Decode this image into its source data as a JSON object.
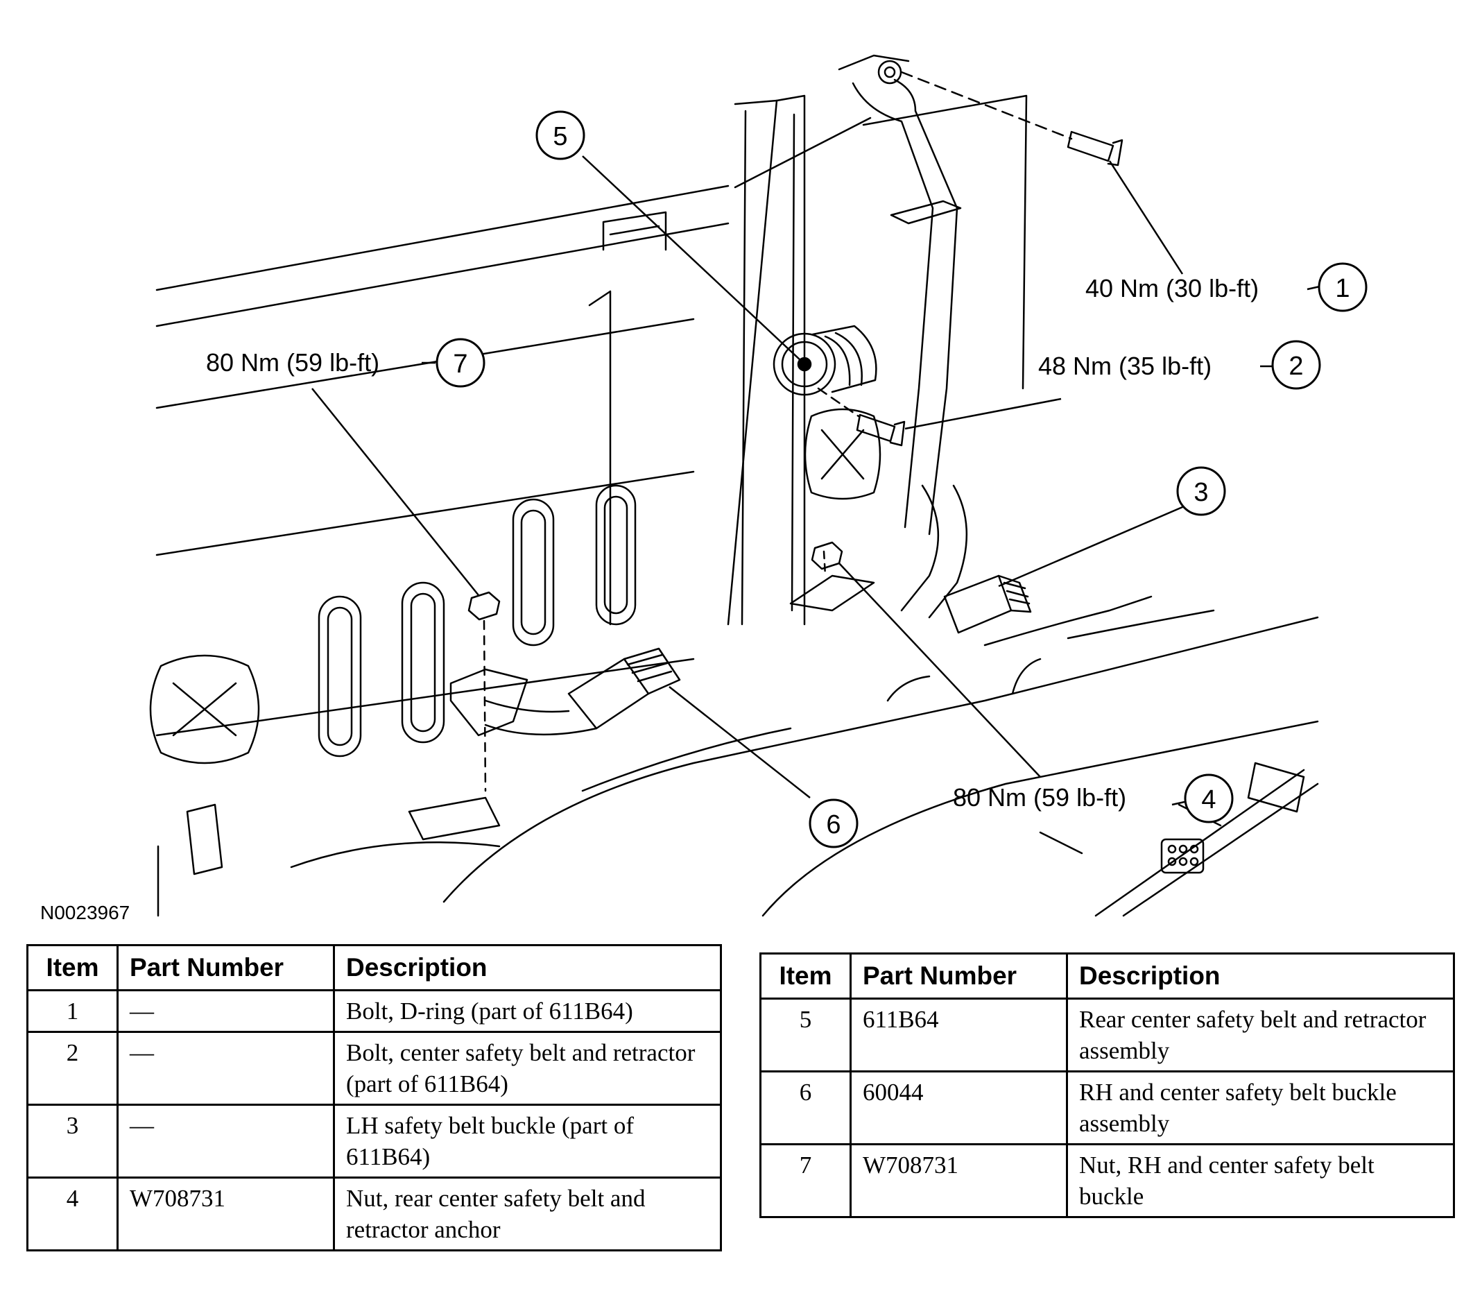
{
  "figure_id": "N0023967",
  "callouts": [
    {
      "num": "1",
      "torque": "40 Nm (30 lb-ft)"
    },
    {
      "num": "2",
      "torque": "48 Nm (35 lb-ft)"
    },
    {
      "num": "3",
      "torque": ""
    },
    {
      "num": "4",
      "torque": "80 Nm (59 lb-ft)"
    },
    {
      "num": "5",
      "torque": ""
    },
    {
      "num": "6",
      "torque": ""
    },
    {
      "num": "7",
      "torque": "80 Nm (59 lb-ft)"
    }
  ],
  "table_headers": {
    "item": "Item",
    "part_number": "Part Number",
    "description": "Description"
  },
  "table_left": [
    {
      "item": "1",
      "part": "—",
      "desc": "Bolt, D-ring (part of 611B64)"
    },
    {
      "item": "2",
      "part": "—",
      "desc": "Bolt, center safety belt and retractor (part of 611B64)"
    },
    {
      "item": "3",
      "part": "—",
      "desc": "LH safety belt buckle (part of 611B64)"
    },
    {
      "item": "4",
      "part": "W708731",
      "desc": "Nut, rear center safety belt and retractor anchor"
    }
  ],
  "table_right": [
    {
      "item": "5",
      "part": "611B64",
      "desc": "Rear center safety belt and retractor assembly"
    },
    {
      "item": "6",
      "part": "60044",
      "desc": "RH and center safety belt buckle assembly"
    },
    {
      "item": "7",
      "part": "W708731",
      "desc": "Nut, RH and center safety belt buckle"
    }
  ]
}
